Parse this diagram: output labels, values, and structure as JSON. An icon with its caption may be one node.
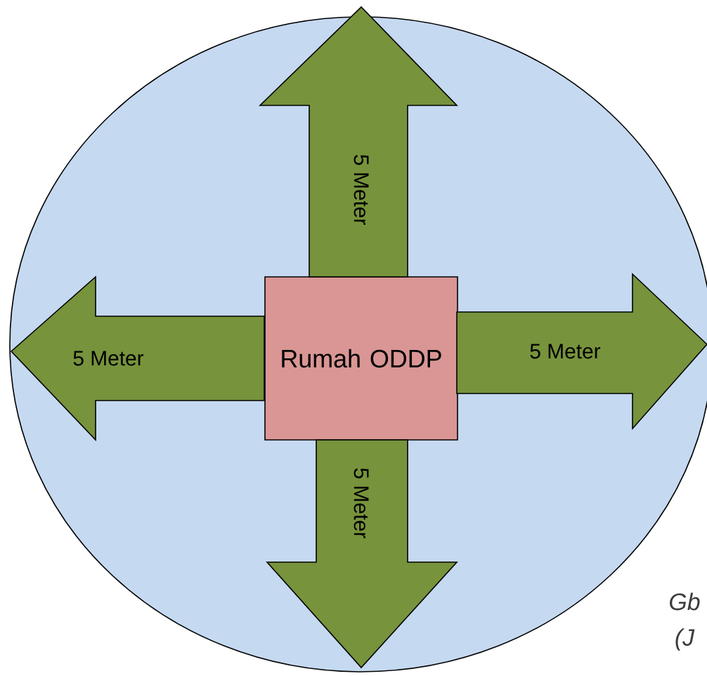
{
  "diagram": {
    "nodes": [
      {
        "text": [],
        "shape": "circle"
      },
      {
        "text": [
          "Rumah ODDP"
        ],
        "in": 0
      },
      {
        "text": [
          "5 Meter"
        ],
        "in": 0
      },
      {
        "text": [
          "5 Meter"
        ],
        "in": 0
      },
      {
        "text": [
          "5 Meter"
        ],
        "in": 0
      },
      {
        "text": [
          "5 Meter"
        ],
        "in": 0
      }
    ],
    "labels": [
      "Gb",
      "(J"
    ]
  }
}
